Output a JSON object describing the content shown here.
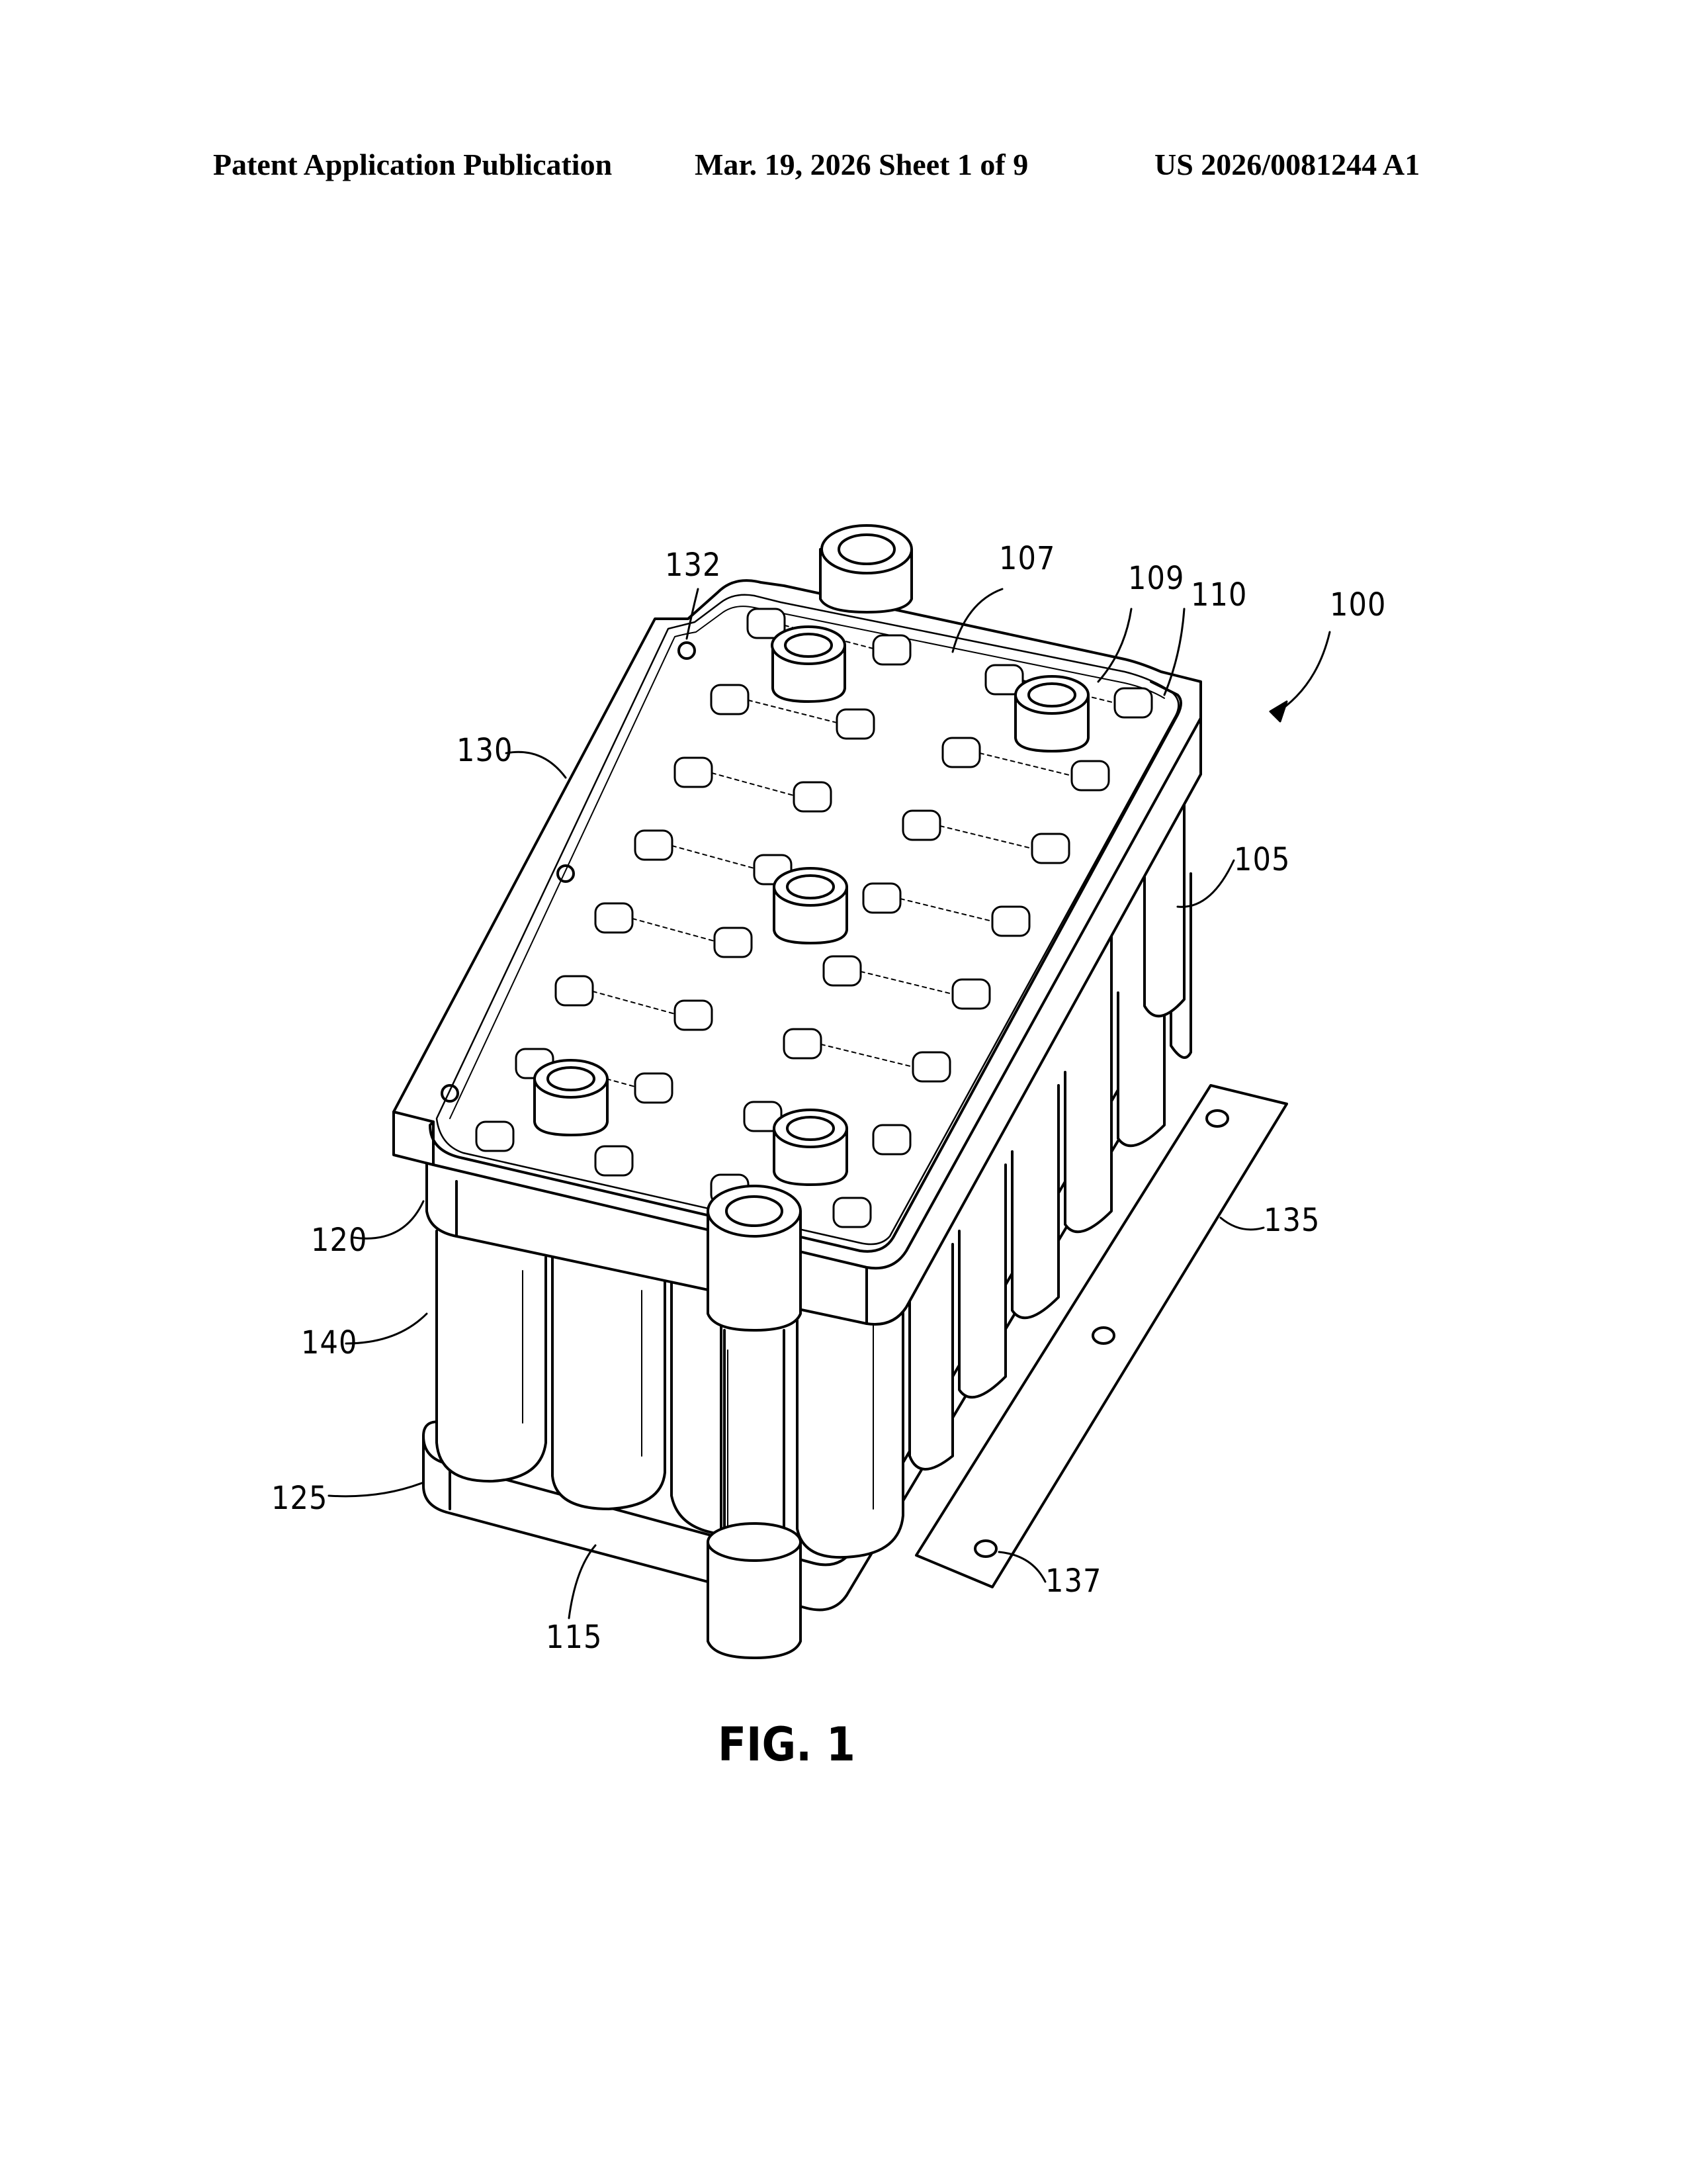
{
  "header": {
    "publication": "Patent Application Publication",
    "date_sheet": "Mar. 19, 2026  Sheet 1 of 9",
    "number": "US 2026/0081244 A1"
  },
  "figure": {
    "caption": "FIG. 1",
    "reference_numerals": {
      "r100": "100",
      "r105": "105",
      "r107": "107",
      "r109": "109",
      "r110": "110",
      "r115": "115",
      "r120": "120",
      "r125": "125",
      "r130": "130",
      "r132": "132",
      "r135": "135",
      "r137": "137",
      "r140": "140"
    }
  },
  "colors": {
    "ink": "#000000",
    "paper": "#ffffff",
    "shade": "#d9d9d9"
  }
}
